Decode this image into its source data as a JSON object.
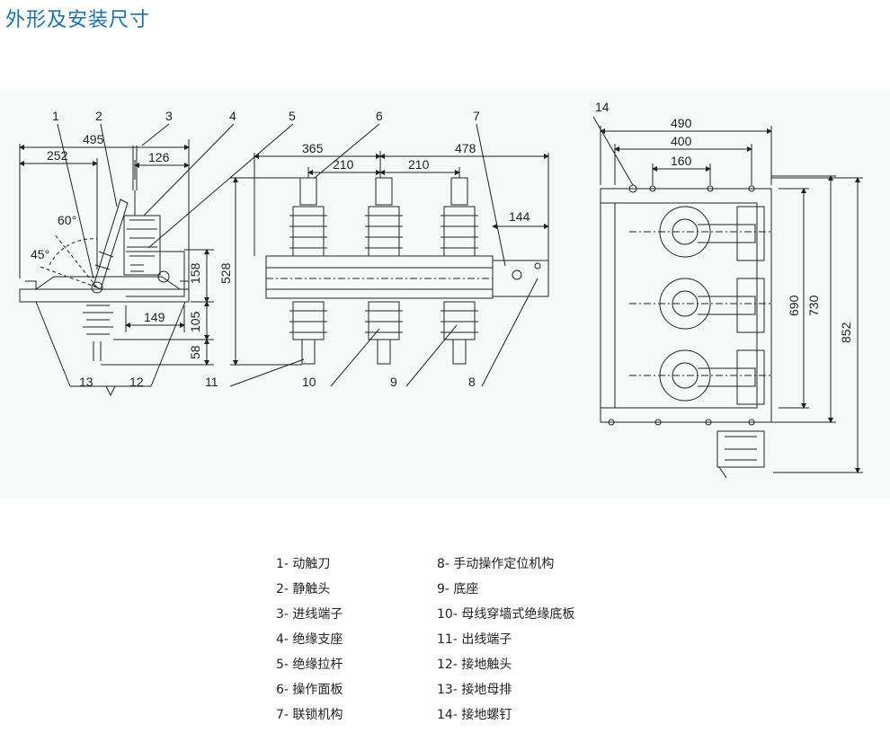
{
  "title": "外形及安装尺寸",
  "labels": {
    "l1": "1",
    "l2": "2",
    "l3": "3",
    "l4": "4",
    "l5": "5",
    "l6": "6",
    "l7": "7",
    "l8": "8",
    "l9": "9",
    "l10": "10",
    "l11": "11",
    "l12": "12",
    "l13": "13",
    "l14": "14"
  },
  "dims": {
    "d495": "495",
    "d252": "252",
    "d126": "126",
    "d60": "60°",
    "d45": "45°",
    "d158": "158",
    "d149": "149",
    "d105": "105",
    "d58": "58",
    "d365": "365",
    "d210a": "210",
    "d210b": "210",
    "d478": "478",
    "d144": "144",
    "d528": "528",
    "d490": "490",
    "d400": "400",
    "d160": "160",
    "d690": "690",
    "d730": "730",
    "d852": "852"
  },
  "legend_left": [
    "1- 动触刀",
    "2- 静触头",
    "3- 进线端子",
    "4- 绝缘支座",
    "5- 绝缘拉杆",
    "6- 操作面板",
    "7- 联锁机构"
  ],
  "legend_right": [
    "8- 手动操作定位机构",
    "9- 底座",
    "10- 母线穿墙式绝缘底板",
    "11- 出线端子",
    "12- 接地触头",
    "13- 接地母排",
    "14- 接地螺钉"
  ]
}
